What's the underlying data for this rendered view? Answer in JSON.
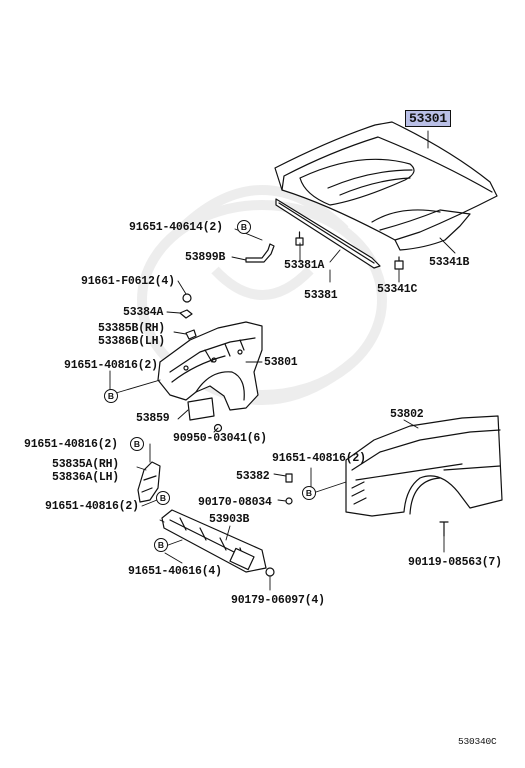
{
  "diagram": {
    "highlight_color": "#b9bfe6",
    "highlighted_part": "53301",
    "fastener_badge": "B",
    "footer_code": "530340C"
  },
  "labels": {
    "p53301": "53301",
    "p91651_40614": "91651-40614(2)",
    "p53899B": "53899B",
    "p53381A": "53381A",
    "p53341B": "53341B",
    "p91661_F0612": "91661-F0612(4)",
    "p53381": "53381",
    "p53341C": "53341C",
    "p53384A": "53384A",
    "p53385B": "53385B(RH)",
    "p53386B": "53386B(LH)",
    "p91651_40816_a": "91651-40816(2)",
    "p53801": "53801",
    "p53859": "53859",
    "p90950_03041": "90950-03041(6)",
    "p53802": "53802",
    "p91651_40816_b": "91651-40816(2)",
    "p53835A": "53835A(RH)",
    "p53836A": "53836A(LH)",
    "p91651_40816_c": "91651-40816(2)",
    "p53382": "53382",
    "p91651_40816_d": "91651-40816(2)",
    "p90170_08034": "90170-08034",
    "p53903B": "53903B",
    "p91651_40616": "91651-40616(4)",
    "p90119_08563": "90119-08563(7)",
    "p90179_06097": "90179-06097(4)"
  }
}
